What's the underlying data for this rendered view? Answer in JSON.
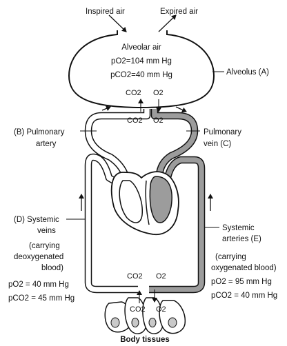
{
  "colors": {
    "ink": "#111111",
    "oxygenated": "#9c9c9c",
    "organ_fill": "#c9c9c9",
    "background": "#ffffff"
  },
  "alveolus": {
    "inspired": "Inspired air",
    "expired": "Expired air",
    "title": "Alveolar air",
    "po2": "pO2=104 mm Hg",
    "pco2": "pCO2=40 mm Hg",
    "label": "Alveolus (A)",
    "co2_top": "CO2",
    "o2_top": "O2",
    "co2_bottom": "CO2",
    "o2_bottom": "O2"
  },
  "pulmonary": {
    "artery_line1": "(B) Pulmonary",
    "artery_line2": "artery",
    "vein_line1": "Pulmonary",
    "vein_line2": "vein (C)"
  },
  "systemic_veins": {
    "line1": "(D) Systemic",
    "line2": "veins",
    "carry1": "(carrying",
    "carry2": "deoxygenated",
    "carry3": "blood)",
    "po2": "pO2 = 40 mm Hg",
    "pco2": "pCO2 = 45 mm Hg"
  },
  "systemic_arteries": {
    "line1": "Systemic",
    "line2": "arteries (E)",
    "carry1": "(carrying",
    "carry2": "oxygenated blood)",
    "po2": "pO2 = 95 mm Hg",
    "pco2": "pCO2 = 40 mm Hg"
  },
  "tissues": {
    "co2_top": "CO2",
    "o2_top": "O2",
    "co2_bottom": "CO2",
    "o2_bottom": "O2",
    "label": "Body tissues"
  }
}
